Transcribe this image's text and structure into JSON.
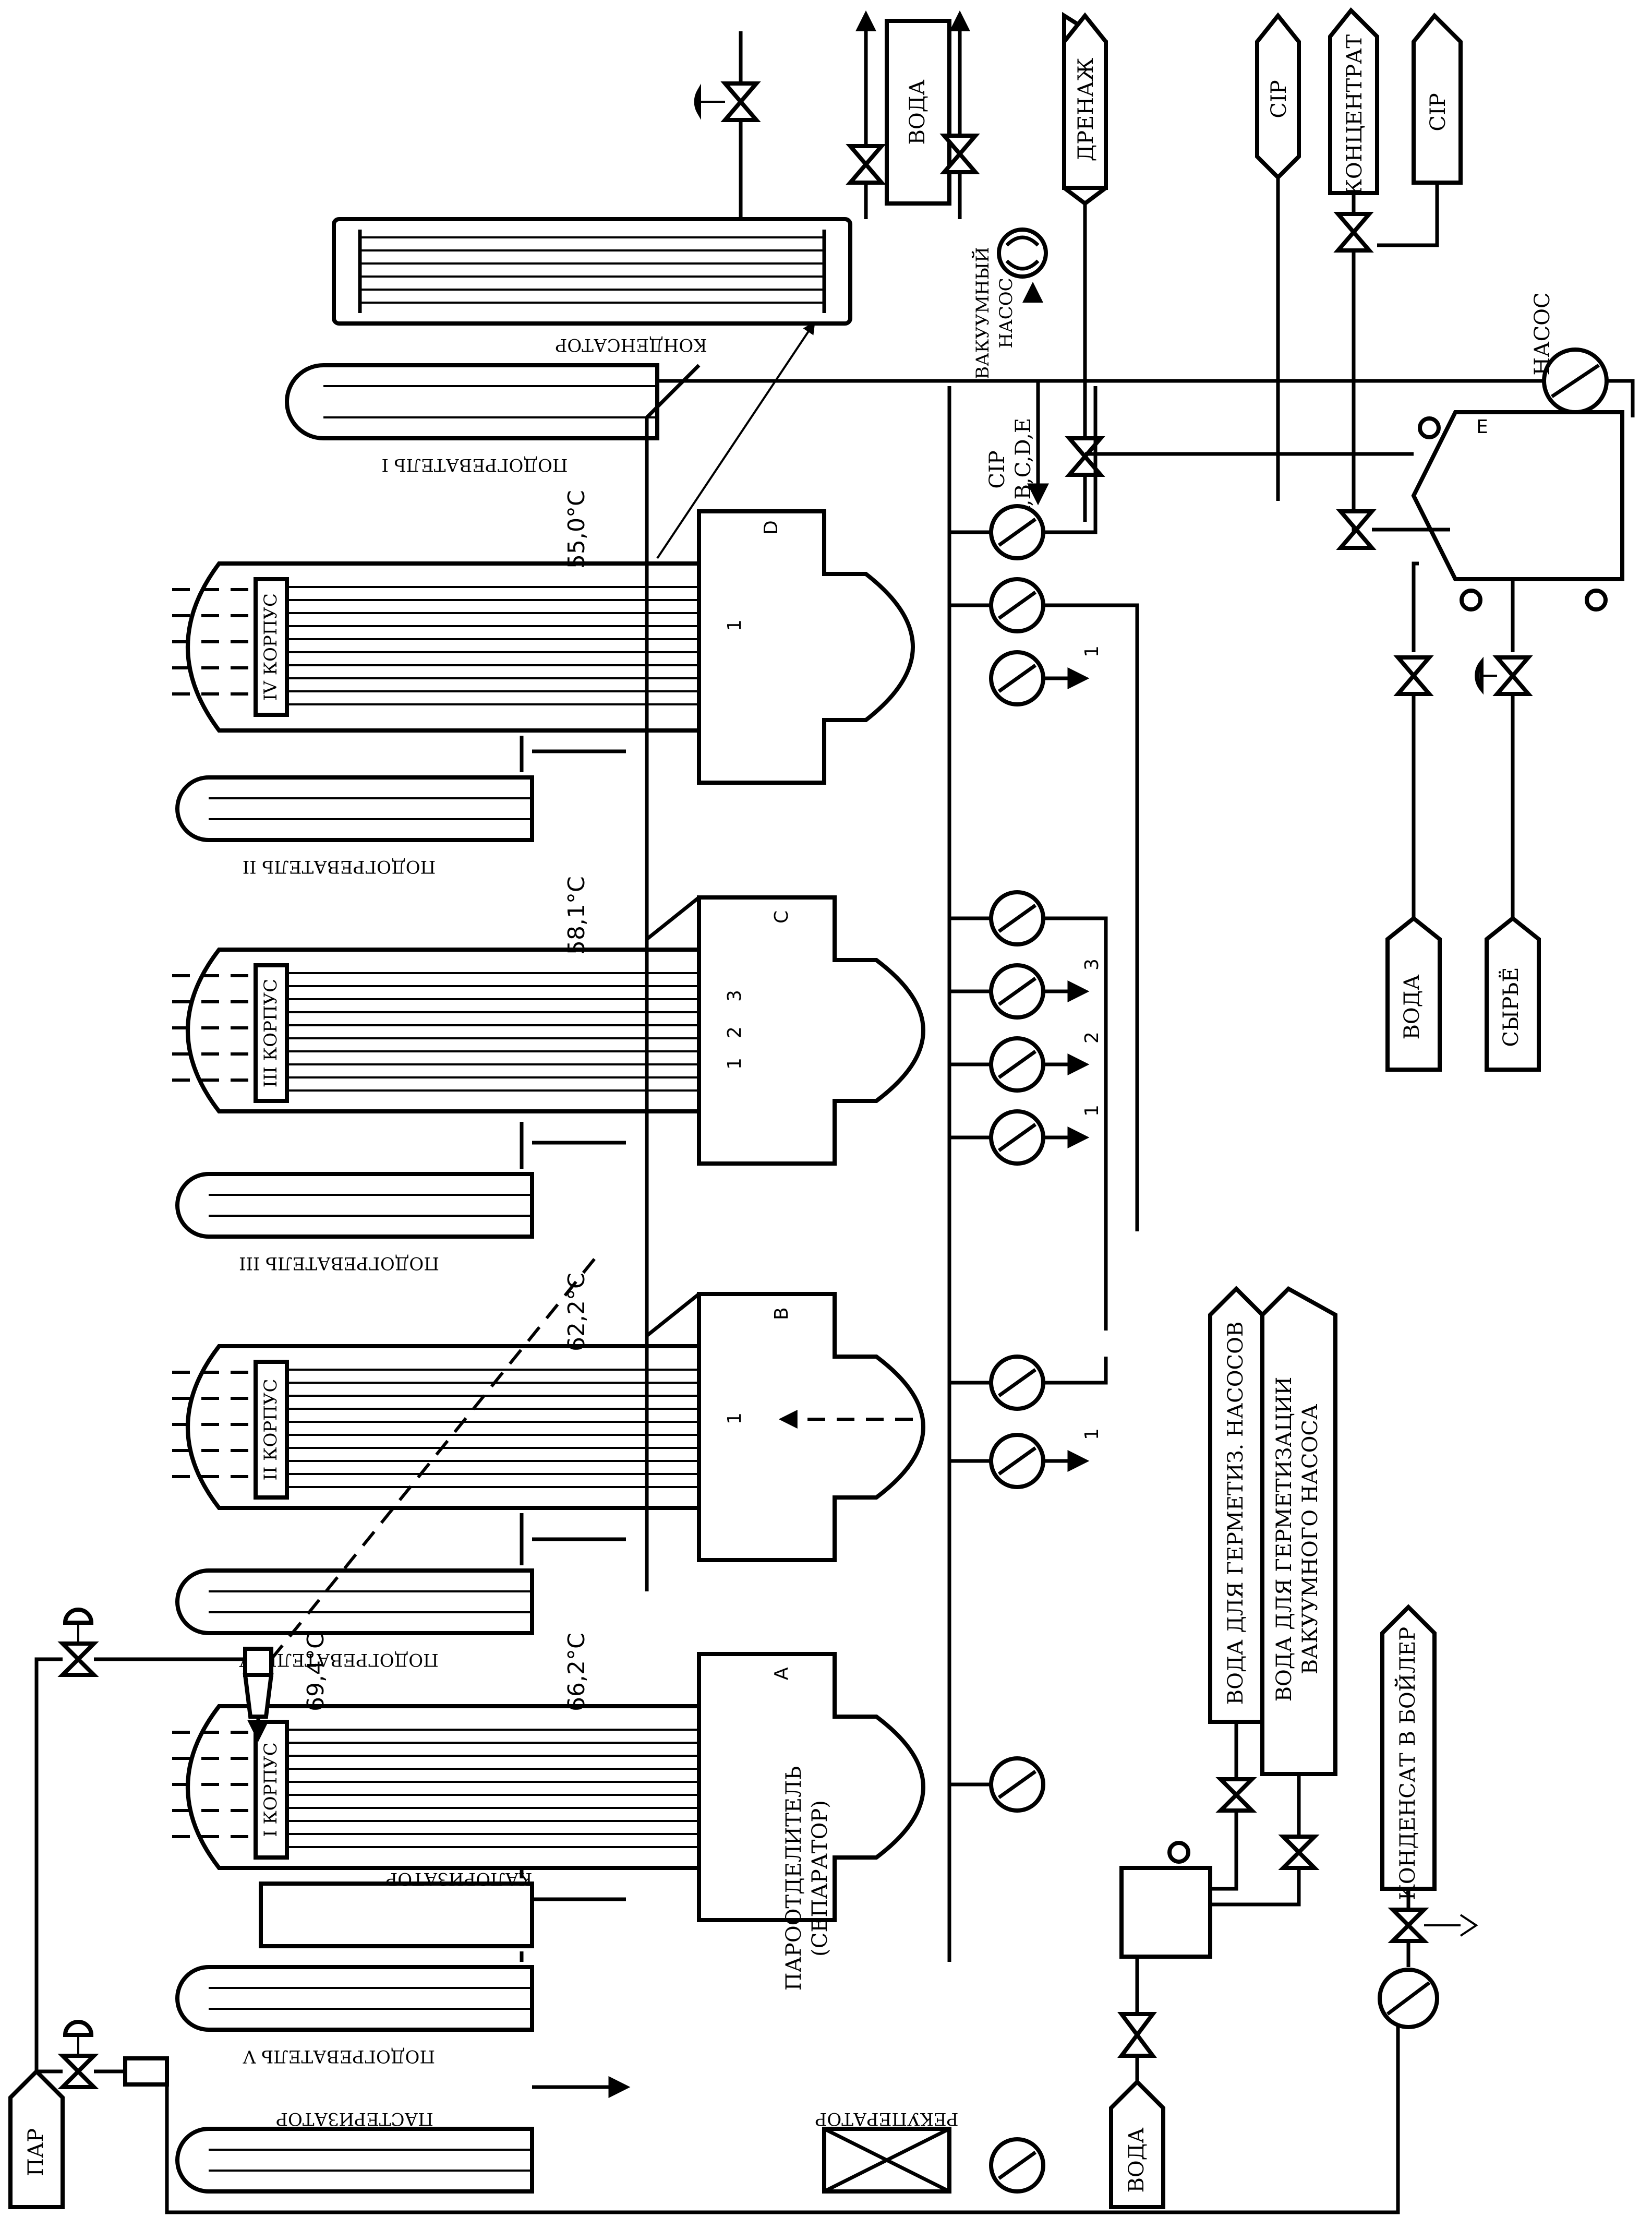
{
  "labels": {
    "steam": "ПАР",
    "pasteurizer": "ПАСТЕРИЗАТОР",
    "recuperator": "РЕКУПЕРАТОР",
    "heater5": "ПОДОГРЕВАТЕЛЬ V",
    "heater4": "ПОДОГРЕВАТЕЛЬ IV",
    "heater3": "ПОДОГРЕВАТЕЛЬ III",
    "heater2": "ПОДОГРЕВАТЕЛЬ II",
    "heater1": "ПОДОГРЕВАТЕЛЬ I",
    "calorizer": "КАЛОРИЗАТОР",
    "body1": "I КОРПУС",
    "body2": "II КОРПУС",
    "body3": "III КОРПУС",
    "body4": "IV КОРПУС",
    "separator_1": "ПАРООТДЕЛИТЕЛЬ",
    "separator_2": "(СЕПАРАТОР)",
    "condenser": "КОНДЕНСАТОР",
    "vacuum_pump_1": "ВАКУУМНЫЙ",
    "vacuum_pump_2": "НАСОС",
    "water_top": "ВОДА",
    "drain": "ДРЕНАЖ",
    "cip_1": "CIP",
    "concentrate": "КОНЦЕНТРАТ",
    "cip_2": "CIP",
    "pump": "НАСОС",
    "cip_abcde_1": "CIP",
    "cip_abcde_2": "A,B,C,D,E",
    "water_right": "ВОДА",
    "raw": "СЫРЬЁ",
    "seal_water_pumps": "ВОДА ДЛЯ ГЕРМЕТИЗ. НАСОСОВ",
    "seal_water_vac_1": "ВОДА  ДЛЯ  ГЕРМЕТИЗАЦИИ",
    "seal_water_vac_2": "ВАКУУМНОГО НАСОСА",
    "water_bottom": "ВОДА",
    "condensate": "КОНДЕНСАТ В БОЙЛЕР"
  },
  "temperatures": {
    "t1": "69,4°C",
    "t2": "66,2°C",
    "t3": "62,2°C",
    "t4": "58,1°C",
    "t5": "55,0°C"
  },
  "points": {
    "A": "A",
    "B": "B",
    "C": "C",
    "D": "D",
    "E": "E"
  },
  "numbers": {
    "n1": "1",
    "n2": "2",
    "n3": "3"
  }
}
